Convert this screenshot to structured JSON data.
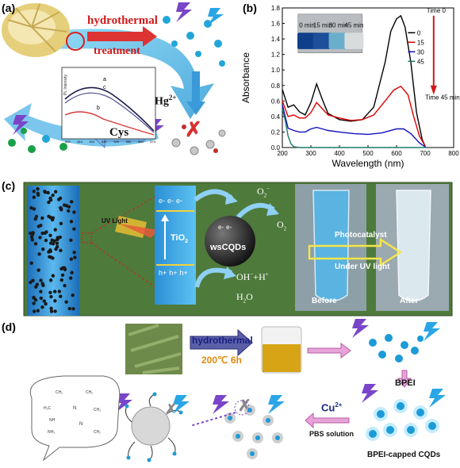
{
  "panels": {
    "a": {
      "label": "(a)",
      "hydro_line1": "hydrothermal",
      "hydro_line2": "treatment",
      "hg": "Hg",
      "hg_sup": "2+",
      "cys": "Cys",
      "inset": {
        "ylabel": "PL Intensity",
        "curve_labels": [
          "a",
          "c",
          "b"
        ],
        "ticks": [
          "500",
          "510",
          "520",
          "530",
          "540",
          "550",
          "560",
          "570"
        ]
      }
    },
    "b": {
      "label": "(b)",
      "inset_times": [
        "0 min",
        "15 min",
        "30 min",
        "45 min"
      ],
      "time0": "Time 0",
      "time45": "Time 45 min"
    },
    "c": {
      "label": "(c)",
      "uv": "UV Light",
      "eminus": "e-",
      "hplus": "h+",
      "tio2": "TiO",
      "tio2_sub": "2",
      "wscqds": "wsCQDs",
      "o2minus": "O",
      "o2minus_sub": "2",
      "o2minus_sup": "−",
      "o2": "O",
      "o2_sub": "2",
      "ohh": "OH",
      "ohh_sup": "−",
      "ohh_rest": "+H",
      "ohh_sup2": "+",
      "h2o": "H",
      "h2o_sub": "2",
      "h2o_rest": "O",
      "photocatalyst": "Photocatalyst",
      "under_uv": "Under UV light",
      "before": "Before",
      "after": "After"
    },
    "d": {
      "label": "(d)",
      "hydrothermal": "hydrothermal",
      "condition": "200℃ 6h",
      "bpei": "BPEI",
      "cu": "Cu",
      "cu_sup": "2+",
      "pbs": "PBS solution",
      "bpei_capped": "BPEI-capped CQDs",
      "struct_labels": [
        "CH₂",
        "CH₂",
        "H₂C",
        "N",
        "NH",
        "NH₂",
        "CH₂",
        "N",
        "CH₂"
      ]
    }
  },
  "colors": {
    "green_bg": "#4e7a3b",
    "spectrum_black": "#000000",
    "spectrum_red": "#e00000",
    "spectrum_blue": "#1010c0",
    "spectrum_teal": "#1f7a6a"
  },
  "chart_data": {
    "type": "line",
    "xlabel": "Wavelength (nm)",
    "ylabel": "Absorbance",
    "xlim": [
      200,
      800
    ],
    "ylim": [
      0.0,
      1.8
    ],
    "xticks": [
      200,
      300,
      400,
      500,
      600,
      700,
      800
    ],
    "yticks": [
      0.0,
      0.2,
      0.4,
      0.6,
      0.8,
      1.0,
      1.2,
      1.4,
      1.6,
      1.8
    ],
    "legend_position": "right",
    "series": [
      {
        "name": "0",
        "color": "#000000",
        "x": [
          200,
          220,
          240,
          260,
          280,
          300,
          320,
          340,
          360,
          400,
          440,
          480,
          520,
          560,
          580,
          600,
          615,
          630,
          650,
          670,
          690,
          700
        ],
        "y": [
          0.75,
          0.52,
          0.55,
          0.46,
          0.42,
          0.58,
          0.82,
          0.62,
          0.44,
          0.36,
          0.34,
          0.36,
          0.52,
          1.1,
          1.5,
          1.66,
          1.7,
          1.55,
          1.1,
          0.45,
          0.1,
          0.02
        ]
      },
      {
        "name": "15",
        "color": "#e00000",
        "x": [
          200,
          220,
          240,
          260,
          280,
          300,
          320,
          340,
          360,
          400,
          440,
          480,
          520,
          560,
          590,
          615,
          640,
          660,
          680,
          700
        ],
        "y": [
          0.6,
          0.4,
          0.42,
          0.38,
          0.38,
          0.45,
          0.58,
          0.5,
          0.42,
          0.38,
          0.35,
          0.36,
          0.42,
          0.6,
          0.74,
          0.79,
          0.68,
          0.4,
          0.15,
          0.02
        ]
      },
      {
        "name": "30",
        "color": "#1010c0",
        "x": [
          200,
          220,
          240,
          260,
          280,
          300,
          320,
          340,
          360,
          400,
          450,
          500,
          550,
          600,
          625,
          650,
          680,
          700
        ],
        "y": [
          0.55,
          0.25,
          0.22,
          0.2,
          0.2,
          0.24,
          0.26,
          0.24,
          0.22,
          0.2,
          0.18,
          0.17,
          0.19,
          0.24,
          0.24,
          0.18,
          0.06,
          0.01
        ]
      },
      {
        "name": "45",
        "color": "#1f7a6a",
        "x": [
          200,
          210,
          220,
          230,
          240,
          260,
          300,
          400,
          500,
          600,
          700
        ],
        "y": [
          0.5,
          0.35,
          0.15,
          0.05,
          0.01,
          0.0,
          0.0,
          0.0,
          0.0,
          0.0,
          0.0
        ]
      }
    ]
  }
}
